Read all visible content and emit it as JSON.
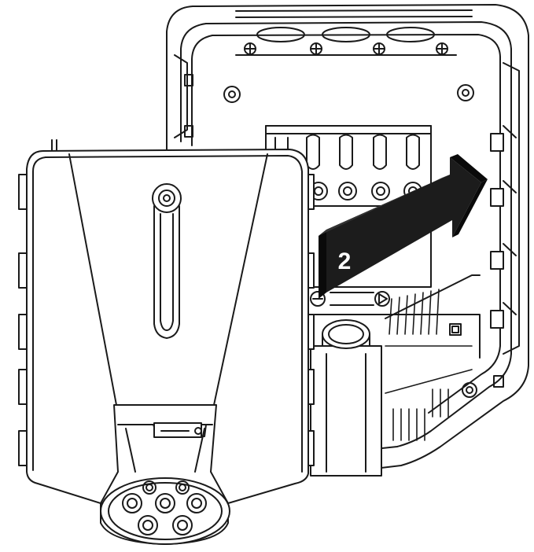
{
  "figure": {
    "step_number": "2",
    "colors": {
      "line": "#1a1a1a",
      "fill": "#ffffff",
      "arrow": "#1c1c1c",
      "arrow_shadow": "#0a0a0a",
      "step_text": "#ffffff"
    },
    "parts": {
      "back_housing": "wall-box-rear-housing",
      "front_cover": "front-cover",
      "arrow": "direction-arrow",
      "connector": "type-2-socket"
    }
  }
}
